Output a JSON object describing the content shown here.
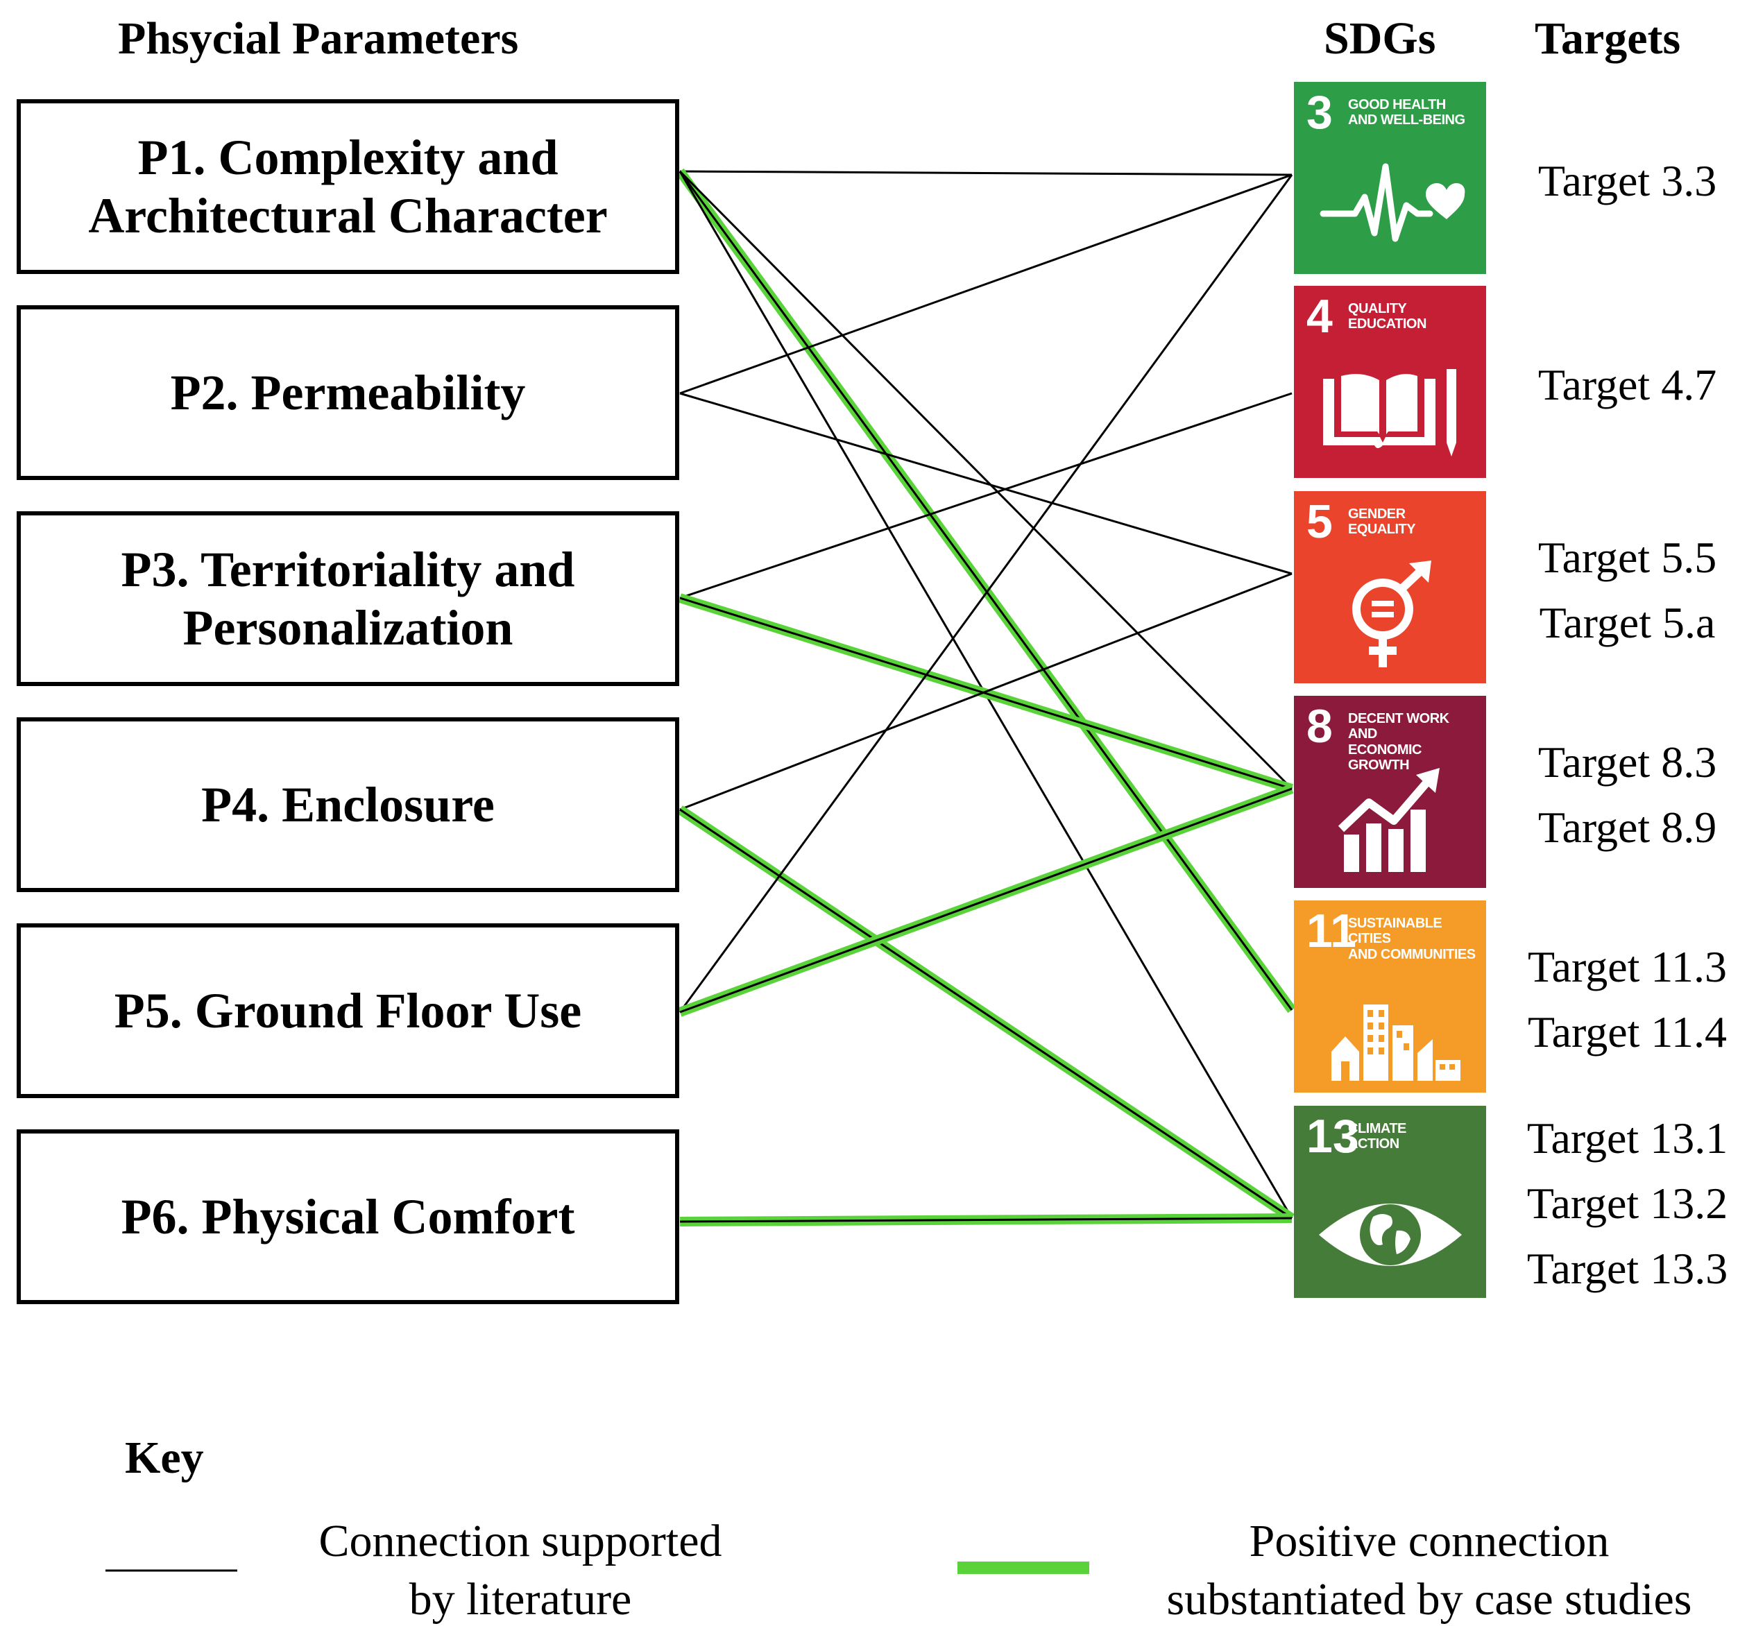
{
  "headings": {
    "parameters": "Phsycial Parameters",
    "sdgs": "SDGs",
    "targets": "Targets"
  },
  "parameters": [
    {
      "id": "P1",
      "label": "P1. Complexity and\nArchitectural Character"
    },
    {
      "id": "P2",
      "label": "P2. Permeability"
    },
    {
      "id": "P3",
      "label": "P3. Territoriality and\nPersonalization"
    },
    {
      "id": "P4",
      "label": "P4. Enclosure"
    },
    {
      "id": "P5",
      "label": "P5. Ground Floor Use"
    },
    {
      "id": "P6",
      "label": "P6. Physical Comfort"
    }
  ],
  "sdgs": [
    {
      "number": "3",
      "title": "Good Health\nand Well-Being",
      "color": "#2e9d48",
      "icon": "heartbeat-icon",
      "targets": [
        "Target 3.3"
      ]
    },
    {
      "number": "4",
      "title": "Quality\nEducation",
      "color": "#c41f35",
      "icon": "book-pencil-icon",
      "targets": [
        "Target 4.7"
      ]
    },
    {
      "number": "5",
      "title": "Gender\nEquality",
      "color": "#ea452c",
      "icon": "gender-equality-icon",
      "targets": [
        "Target 5.5",
        "Target 5.a"
      ]
    },
    {
      "number": "8",
      "title": "Decent Work and\nEconomic Growth",
      "color": "#8b1a3d",
      "icon": "growth-chart-icon",
      "targets": [
        "Target 8.3",
        "Target 8.9"
      ]
    },
    {
      "number": "11",
      "title": "Sustainable Cities\nand Communities",
      "color": "#f59b27",
      "icon": "city-buildings-icon",
      "targets": [
        "Target 11.3",
        "Target 11.4"
      ]
    },
    {
      "number": "13",
      "title": "Climate\nAction",
      "color": "#467c3a",
      "icon": "earth-eye-icon",
      "targets": [
        "Target 13.1",
        "Target 13.2",
        "Target 13.3"
      ]
    }
  ],
  "connections": [
    {
      "from": "P1",
      "to": "3",
      "type": "literature"
    },
    {
      "from": "P1",
      "to": "11",
      "type": "case-study"
    },
    {
      "from": "P1",
      "to": "8",
      "type": "literature"
    },
    {
      "from": "P1",
      "to": "13",
      "type": "literature"
    },
    {
      "from": "P2",
      "to": "3",
      "type": "literature"
    },
    {
      "from": "P2",
      "to": "5",
      "type": "literature"
    },
    {
      "from": "P3",
      "to": "4",
      "type": "literature"
    },
    {
      "from": "P3",
      "to": "8",
      "type": "case-study"
    },
    {
      "from": "P4",
      "to": "5",
      "type": "literature"
    },
    {
      "from": "P4",
      "to": "13",
      "type": "case-study"
    },
    {
      "from": "P5",
      "to": "3",
      "type": "literature"
    },
    {
      "from": "P5",
      "to": "8",
      "type": "case-study"
    },
    {
      "from": "P6",
      "to": "13",
      "type": "case-study"
    }
  ],
  "key": {
    "title": "Key",
    "literature_label": "Connection supported\nby literature",
    "case_label": "Positive connection\nsubstantiated by case studies",
    "literature_color": "#000000",
    "case_color": "#5ad33a"
  }
}
